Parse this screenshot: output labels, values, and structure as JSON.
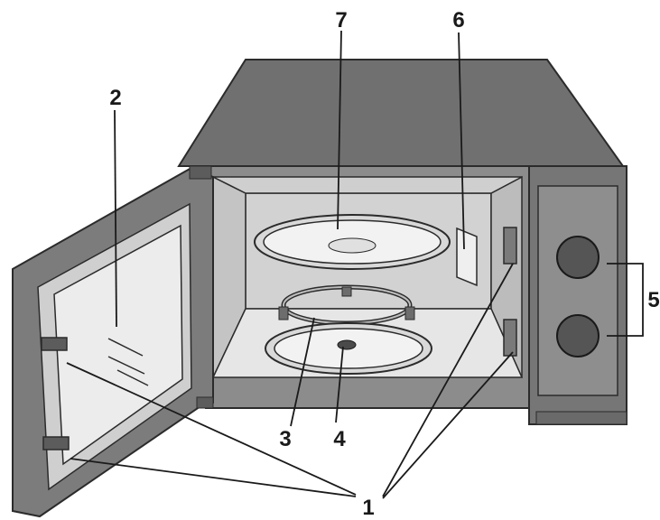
{
  "labels": {
    "door_latches": "1",
    "door_window": "2",
    "roller_ring": "3",
    "coupler": "4",
    "control_knobs": "5",
    "waveguide_cover": "6",
    "glass_tray": "7"
  },
  "colors": {
    "cabinet_dark": "#6e6e6e",
    "cabinet_mid": "#8a8a8a",
    "cavity": "#d7d7d7",
    "cavity_floor": "#e6e6e6",
    "outline": "#2b2b2b",
    "knob": "#555555"
  }
}
